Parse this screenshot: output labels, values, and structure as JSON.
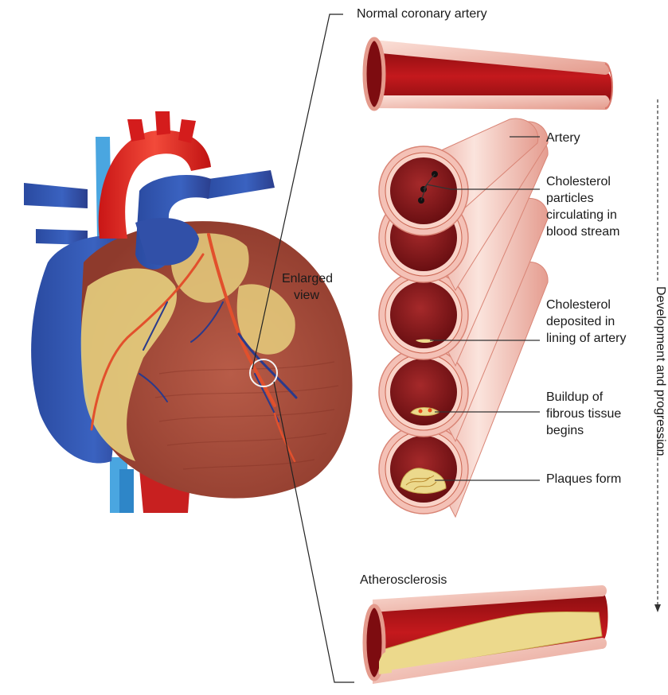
{
  "labels": {
    "normal_artery": "Normal coronary artery",
    "enlarged_view_line1": "Enlarged",
    "enlarged_view_line2": "view",
    "artery": "Artery",
    "cholesterol_particles": [
      "Cholesterol",
      "particles",
      "circulating in",
      "blood stream"
    ],
    "cholesterol_deposited": [
      "Cholesterol",
      "deposited in",
      "lining of artery"
    ],
    "buildup": [
      "Buildup of",
      "fibrous tissue",
      "begins"
    ],
    "plaques": "Plaques form",
    "atherosclerosis": "Atherosclerosis",
    "progression": "Development and progression"
  },
  "colors": {
    "artery_wall": "#f2b8ac",
    "artery_wall_dark": "#d9786c",
    "lumen": "#b0161b",
    "lumen_dark": "#7d0c10",
    "plaque": "#ecd98c",
    "heart_muscle": "#a84a3a",
    "fat": "#e6cf7e",
    "vein_blue": "#3a62b4",
    "aorta_red": "#e0231f",
    "accent_blue": "#3ea4dc"
  }
}
